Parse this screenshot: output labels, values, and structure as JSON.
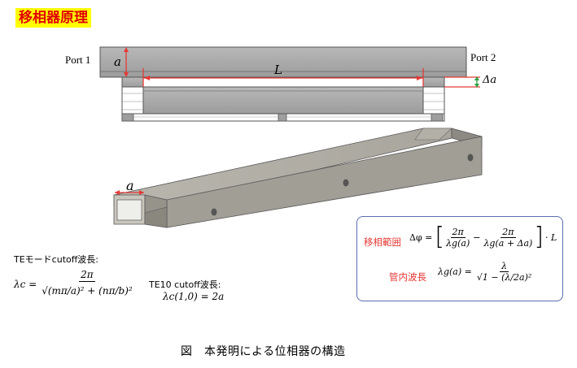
{
  "title": "移相器原理",
  "ports": {
    "port1": "Port 1",
    "port2": "Port 2"
  },
  "dimensions": {
    "a": "a",
    "L": "L",
    "delta_a": "Δa",
    "a_iso": "a"
  },
  "formula_box": {
    "shift_label": "移相範囲",
    "shift_lhs": "Δφ =",
    "shift_num1": "2π",
    "shift_den1": "λg(a)",
    "shift_minus": "−",
    "shift_num2": "2π",
    "shift_den2": "λg(a + Δa)",
    "shift_rhs": "· L",
    "guide_label": "管内波長",
    "guide_lhs": "λg(a) =",
    "guide_num": "λ",
    "guide_den": "√1 − (λ/2a)²"
  },
  "te_mode": {
    "label": "TEモードcutoff波長:",
    "lhs": "λc =",
    "num": "2π",
    "den": "√(mπ/a)² + (nπ/b)²"
  },
  "te10": {
    "label": "TE10 cutoff波長:",
    "formula": "λc(1,0) = 2a"
  },
  "caption": "図　本発明による位相器の構造",
  "colors": {
    "title_bg": "#ffff00",
    "title_text": "#e00000",
    "dimension_red": "#e53935",
    "dimension_green": "#2ea043",
    "box_border": "#5b6cb0",
    "metal": "#a9a9a9"
  }
}
